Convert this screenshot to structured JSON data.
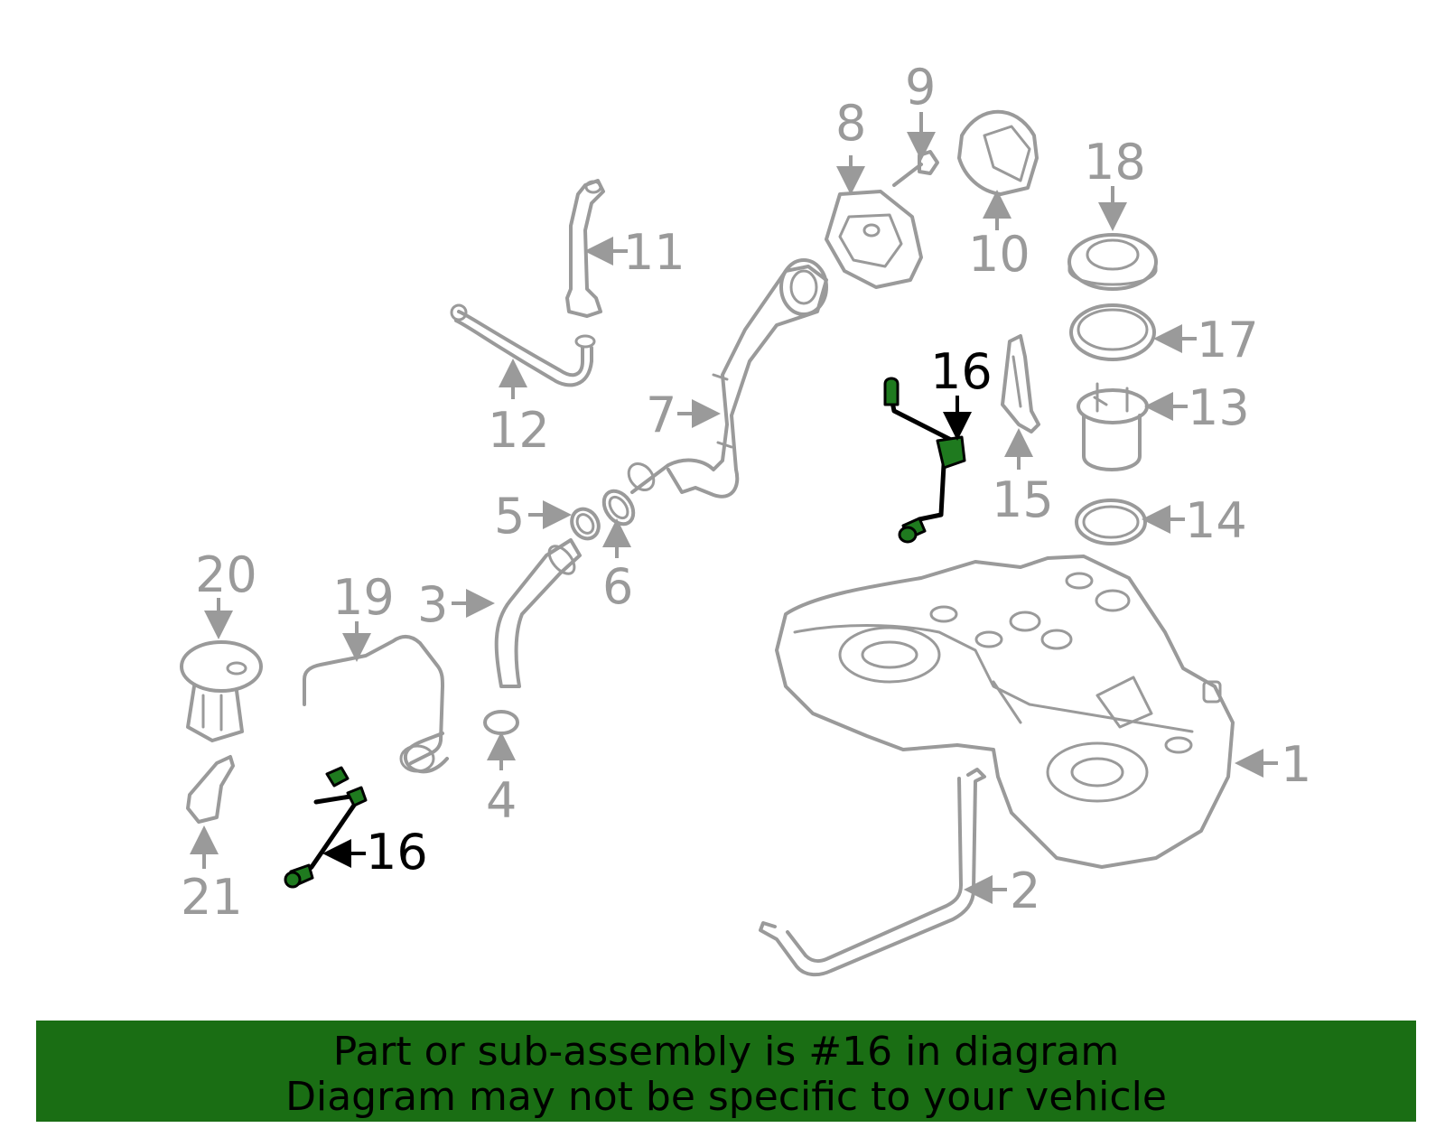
{
  "callouts": {
    "c1": "1",
    "c2": "2",
    "c3": "3",
    "c4": "4",
    "c5": "5",
    "c6": "6",
    "c7": "7",
    "c8": "8",
    "c9": "9",
    "c10": "10",
    "c11": "11",
    "c12": "12",
    "c13": "13",
    "c14": "14",
    "c15": "15",
    "c16a": "16",
    "c16b": "16",
    "c17": "17",
    "c18": "18",
    "c19": "19",
    "c20": "20",
    "c21": "21"
  },
  "highlight_part": "16",
  "colors": {
    "highlight": "#1f7a1f",
    "banner": "#1a6e14",
    "line": "#9a9a9a"
  },
  "banner": {
    "line1": "Part or sub-assembly is #16 in diagram",
    "line2": "Diagram may not be specific to your vehicle"
  }
}
